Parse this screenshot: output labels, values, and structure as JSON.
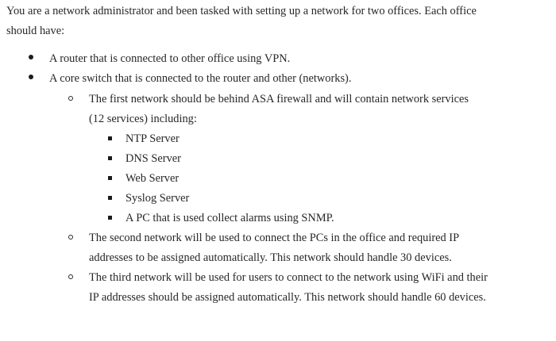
{
  "document": {
    "intro": "You are a network administrator and been tasked with setting up a network for two offices. Each office should have:",
    "bullets": {
      "level1": [
        {
          "marker": "bullet-dot",
          "text": "A router that is connected to other office using VPN."
        },
        {
          "marker": "bullet-dot",
          "text": "A core switch that is connected to the router and other (networks)."
        }
      ],
      "level2": [
        {
          "marker": "bullet-circle",
          "text": "The first network should be behind ASA firewall and will contain network services (12 services) including:"
        },
        {
          "marker": "bullet-circle",
          "text": "The second network will be used to connect the PCs in the office and required IP addresses to be assigned automatically. This network should handle 30 devices."
        },
        {
          "marker": "bullet-circle",
          "text": "The third network will be used for users to connect to the network using WiFi and their IP addresses should be assigned automatically. This network should handle 60 devices."
        }
      ],
      "level3": [
        {
          "marker": "bullet-square",
          "text": "NTP Server"
        },
        {
          "marker": "bullet-square",
          "text": "DNS Server"
        },
        {
          "marker": "bullet-square",
          "text": "Web Server"
        },
        {
          "marker": "bullet-square",
          "text": "Syslog Server"
        },
        {
          "marker": "bullet-square",
          "text": "A PC that is used collect alarms using SNMP."
        }
      ]
    }
  },
  "colors": {
    "page_background": "#ffffff",
    "text": "#2a2626",
    "marker": "#1d1a1a"
  }
}
